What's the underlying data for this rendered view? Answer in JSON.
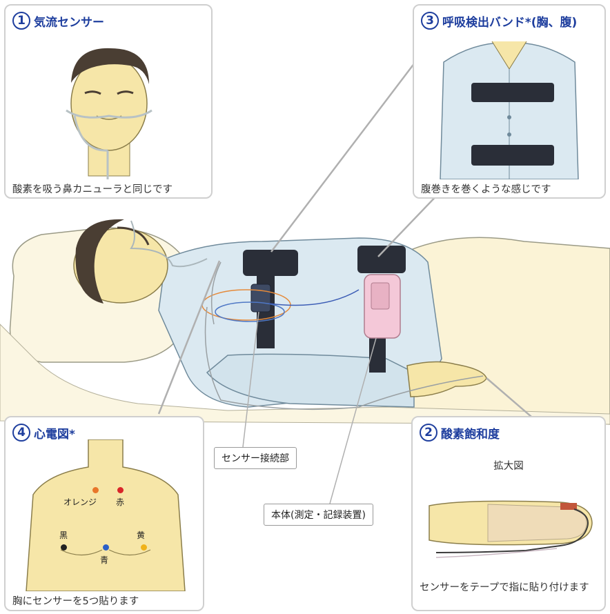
{
  "panels": {
    "airflow": {
      "num": "1",
      "title": "気流センサー",
      "caption": "酸素を吸う鼻カニューラと同じです"
    },
    "band": {
      "num": "3",
      "title": "呼吸検出バンド*(胸、腹)",
      "caption": "腹巻きを巻くような感じです"
    },
    "ecg": {
      "num": "4",
      "title": "心電図*",
      "caption": "胸にセンサーを5つ貼ります",
      "electrodes": {
        "orange": "オレンジ",
        "red": "赤",
        "black": "黒",
        "yellow": "黄",
        "blue": "青"
      }
    },
    "spo2": {
      "num": "2",
      "title": "酸素飽和度",
      "zoom": "拡大図",
      "caption": "センサーをテープで指に貼り付けます"
    }
  },
  "callouts": {
    "connector": "センサー接続部",
    "main_unit": "本体(測定・記録装置)"
  },
  "colors": {
    "title_blue": "#1e3e9e",
    "skin": "#f6e6a8",
    "shirt": "#dbe9f1",
    "band": "#2a2e38",
    "device": "#f4c8d8",
    "electrode_orange": "#e8762a",
    "electrode_red": "#d9262a",
    "electrode_black": "#222222",
    "electrode_yellow": "#f0b21a",
    "electrode_blue": "#2b5fc7"
  }
}
